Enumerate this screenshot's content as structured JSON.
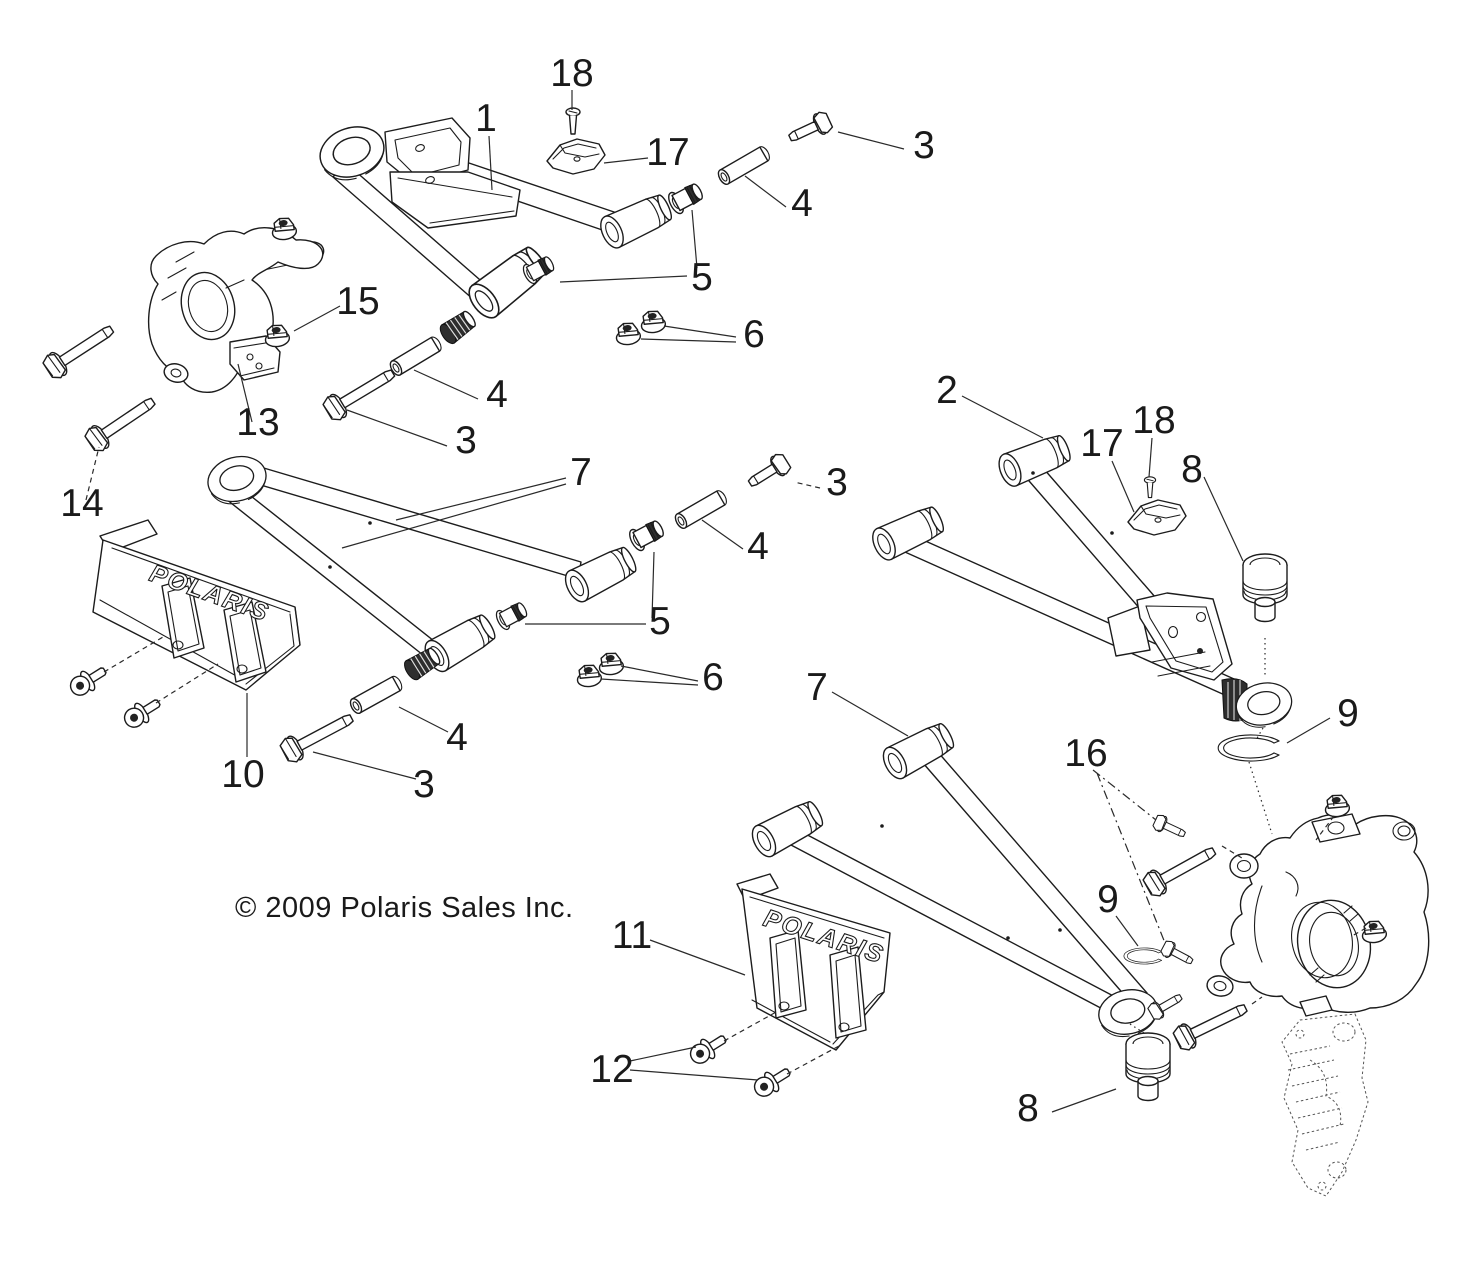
{
  "diagram": {
    "copyright": "© 2009 Polaris Sales Inc.",
    "brand_logo": "POLARIS",
    "callouts": [
      "18",
      "1",
      "17",
      "3",
      "4",
      "5",
      "15",
      "6",
      "13",
      "2",
      "4",
      "17",
      "18",
      "3",
      "8",
      "7",
      "3",
      "14",
      "4",
      "5",
      "6",
      "9",
      "16",
      "7",
      "10",
      "4",
      "3",
      "9",
      "11",
      "12",
      "8"
    ]
  }
}
